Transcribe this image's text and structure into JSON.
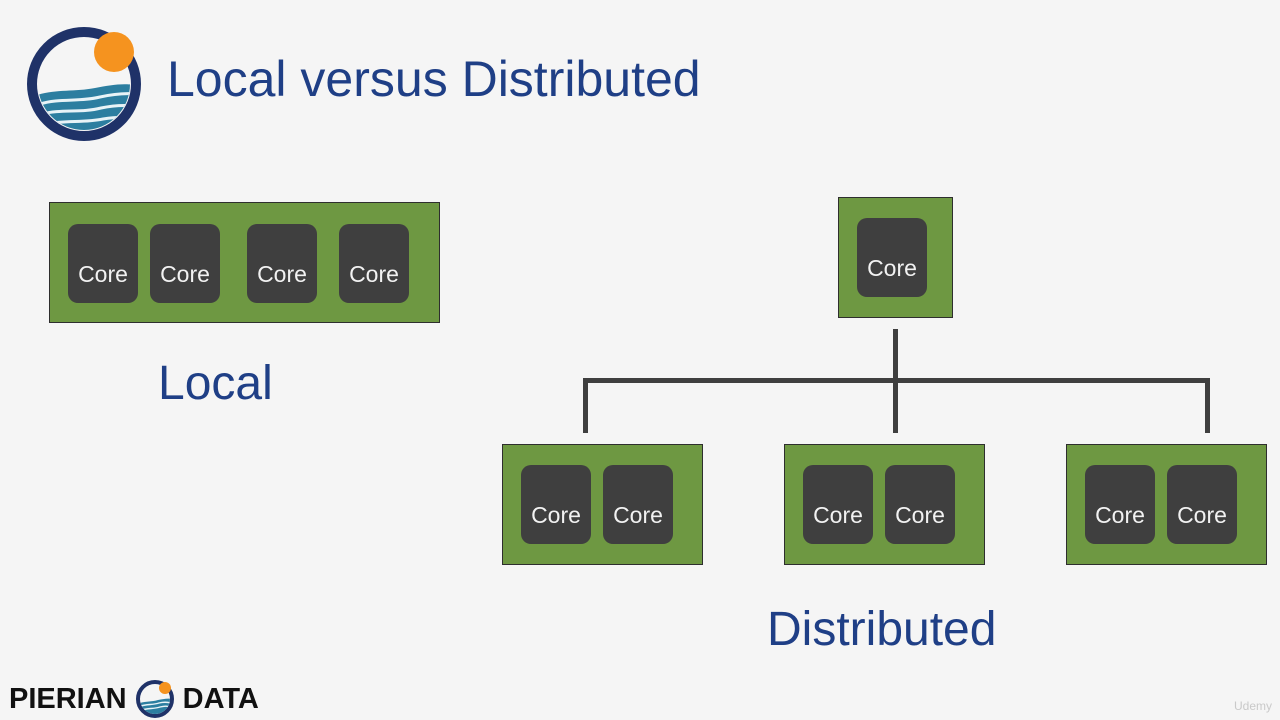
{
  "slide": {
    "title": "Local versus Distributed",
    "local_label": "Local",
    "distributed_label": "Distributed",
    "watermark": "Udemy"
  },
  "local": {
    "cores": [
      "Core",
      "Core",
      "Core",
      "Core"
    ]
  },
  "distributed": {
    "master": {
      "core": "Core"
    },
    "workers": [
      {
        "cores": [
          "Core",
          "Core"
        ]
      },
      {
        "cores": [
          "Core",
          "Core"
        ]
      },
      {
        "cores": [
          "Core",
          "Core"
        ]
      }
    ]
  },
  "footer": {
    "brand_left": "PIERIAN",
    "brand_right": "DATA"
  }
}
